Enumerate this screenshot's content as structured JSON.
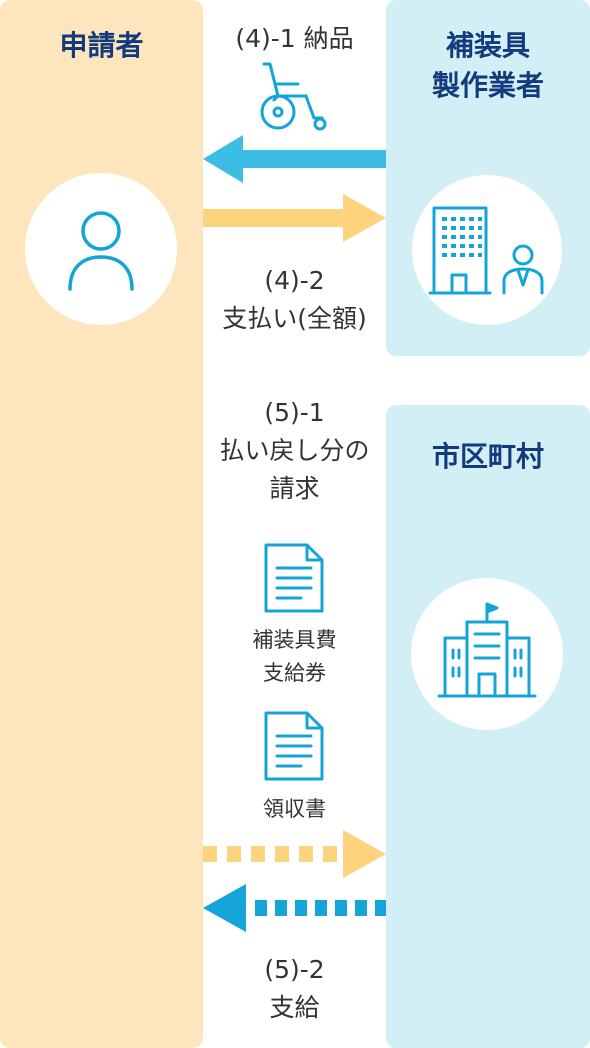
{
  "colors": {
    "applicant_bg": "#fde6bd",
    "party_bg": "#d3eff6",
    "title_text": "#123a7c",
    "icon_blue": "#14a4d8",
    "arrow_blue": "#3bbde6",
    "arrow_yellow": "#fdd37e"
  },
  "columns": {
    "applicant": {
      "title": "申請者",
      "icon": "person-icon"
    },
    "vendor": {
      "title_line1": "補装具",
      "title_line2": "製作業者",
      "icon": "office-building-worker-icon"
    },
    "city": {
      "title": "市区町村",
      "icon": "city-hall-icon"
    }
  },
  "steps": {
    "delivery": {
      "label": "(4)-1 納品",
      "icon": "wheelchair-icon",
      "direction": "vendor-to-applicant"
    },
    "payment_full": {
      "label_line1": "(4)-2",
      "label_line2": "支払い(全額)",
      "direction": "applicant-to-vendor"
    },
    "refund_request": {
      "label_line1": "(5)-1",
      "label_line2": "払い戻し分の",
      "label_line3": "請求",
      "direction": "applicant-to-city"
    },
    "documents": [
      {
        "line1": "補装具費",
        "line2": "支給券",
        "icon": "document-icon"
      },
      {
        "line1": "領収書",
        "icon": "document-icon"
      }
    ],
    "payment": {
      "label_line1": "(5)-2",
      "label_line2": "支給",
      "direction": "city-to-applicant"
    }
  }
}
